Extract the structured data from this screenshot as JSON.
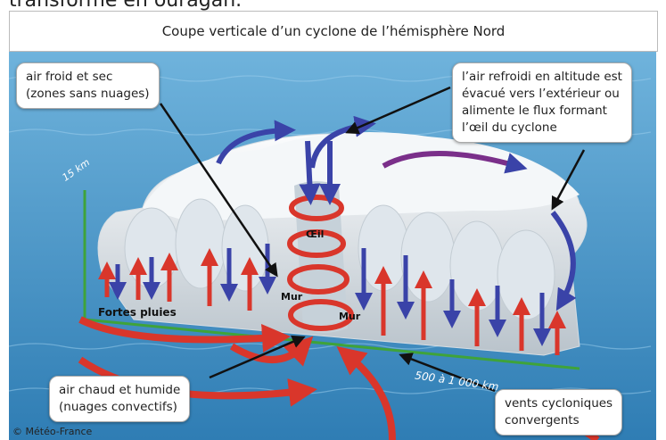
{
  "page": {
    "cut_header_text": "transforme en ouragan.",
    "title": "Coupe verticale d’un cyclone de l’hémisphère Nord"
  },
  "labels": {
    "oeil": "Œil",
    "mur_left": "Mur",
    "mur_right": "Mur",
    "fortes_pluies": "Fortes pluies",
    "altitude": "15 km",
    "width": "500 à 1 000 km"
  },
  "callouts": {
    "air_froid": [
      "air froid et sec",
      "(zones sans nuages)"
    ],
    "air_refroidi": [
      "l’air refroidi en altitude est",
      "évacué vers l’extérieur ou",
      "alimente le flux formant",
      "l’œil du cyclone"
    ],
    "air_chaud": [
      "air chaud et humide",
      "(nuages convectifs)"
    ],
    "vents": [
      "vents cycloniques",
      "convergents"
    ]
  },
  "credit": "© Météo-France",
  "colors": {
    "ocean": "#3f8fc4",
    "cloud": "#e9eef2",
    "warm_arrow": "#d9362b",
    "cold_arrow": "#3a43a8",
    "axis_green": "#3fa33a"
  }
}
